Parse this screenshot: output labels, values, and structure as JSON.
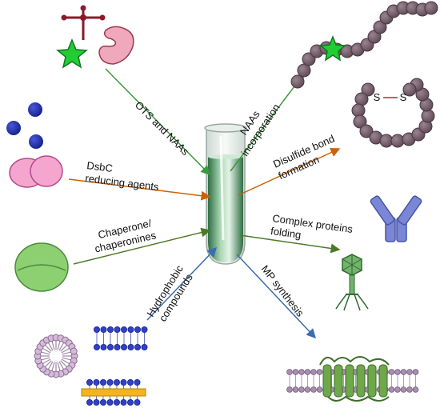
{
  "labels": {
    "ots_naas": "OTS and NAAs",
    "naas_line1": "NAAs",
    "naas_line2": "incorporation",
    "dsbc_line1": "DsbC",
    "dsbc_line2": "reducing agents",
    "disulfide_line1": "Disulfide bond",
    "disulfide_line2": "formation",
    "chaperone_line1": "Chaperone/",
    "chaperone_line2": "chaperonines",
    "complex_line1": "Complex proteins",
    "complex_line2": "folding",
    "hydrophobic_line1": "Hydrophobic",
    "hydrophobic_line2": "compounds",
    "mp_synthesis": "MP synthesis",
    "ss_bond_left": "S",
    "ss_bond_right": "S"
  },
  "colors": {
    "green_arrow": "#3a9a3a",
    "orange_arrow": "#c8620a",
    "olive_arrow": "#4c7a2a",
    "blue_arrow": "#3a6cb0",
    "bead_purple": "#7a6470",
    "star_green": "#22cc33",
    "antibody_blue": "#7a86d6",
    "tube_green": "#2f7a4a"
  }
}
